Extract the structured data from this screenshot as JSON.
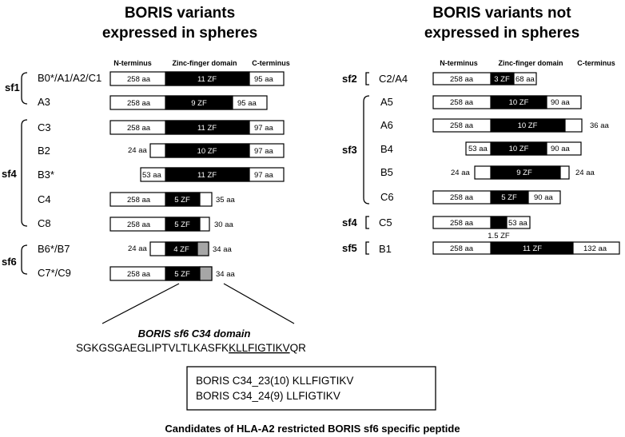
{
  "left": {
    "title_line1": "BORIS variants",
    "title_line2": "expressed in spheres",
    "hdr_n": "N-terminus",
    "hdr_zf": "Zinc-finger domain",
    "hdr_c": "C-terminus",
    "sf1": "sf1",
    "sf4": "sf4",
    "sf6": "sf6",
    "variants": [
      {
        "name": "B0*/A1/A2/C1",
        "n": "258 aa",
        "zf": "11 ZF",
        "c": "95 aa"
      },
      {
        "name": "A3",
        "n": "258 aa",
        "zf": "9 ZF",
        "c": "95 aa"
      },
      {
        "name": "C3",
        "n": "258 aa",
        "zf": "11 ZF",
        "c": "97 aa"
      },
      {
        "name": "B2",
        "n": "24 aa",
        "zf": "10 ZF",
        "c": "97 aa"
      },
      {
        "name": "B3*",
        "n": "53 aa",
        "zf": "11 ZF",
        "c": "97 aa"
      },
      {
        "name": "C4",
        "n": "258 aa",
        "zf": "5 ZF",
        "c": "35 aa"
      },
      {
        "name": "C8",
        "n": "258 aa",
        "zf": "5 ZF",
        "c": "30 aa"
      },
      {
        "name": "B6*/B7",
        "n": "24 aa",
        "zf": "4 ZF",
        "c": "34 aa"
      },
      {
        "name": "C7*/C9",
        "n": "258 aa",
        "zf": "5 ZF",
        "c": "34 aa"
      }
    ]
  },
  "right": {
    "title_line1": "BORIS variants not",
    "title_line2": "expressed in spheres",
    "hdr_n": "N-terminus",
    "hdr_zf": "Zinc-finger domain",
    "hdr_c": "C-terminus",
    "sf2": "sf2",
    "sf3": "sf3",
    "sf4": "sf4",
    "sf5": "sf5",
    "variants": [
      {
        "name": "C2/A4",
        "n": "258 aa",
        "zf": "3 ZF",
        "c": "68 aa"
      },
      {
        "name": "A5",
        "n": "258 aa",
        "zf": "10 ZF",
        "c": "90 aa"
      },
      {
        "name": "A6",
        "n": "258 aa",
        "zf": "10 ZF",
        "c": "36 aa"
      },
      {
        "name": "B4",
        "n": "53 aa",
        "zf": "10 ZF",
        "c": "90 aa"
      },
      {
        "name": "B5",
        "n": "24 aa",
        "zf": "9 ZF",
        "c": "24 aa"
      },
      {
        "name": "C6",
        "n": "258 aa",
        "zf": "5 ZF",
        "c": "90 aa"
      },
      {
        "name": "C5",
        "n": "258 aa",
        "zf": "1.5 ZF",
        "c": "53 aa"
      },
      {
        "name": "B1",
        "n": "258 aa",
        "zf": "11 ZF",
        "c": "132 aa"
      }
    ]
  },
  "domain": {
    "title": "BORIS sf6 C34 domain",
    "seq_pre": "SGKGSGAEGLIPTVLTLKASFK",
    "seq_ul": "KLLFIGTIKV",
    "seq_post": "QR"
  },
  "candidates": {
    "line1": "BORIS C34_23(10) KLLFIGTIKV",
    "line2": "BORIS C34_24(9) LLFIGTIKV"
  },
  "footer": "Candidates of HLA-A2 restricted BORIS sf6 specific peptide"
}
